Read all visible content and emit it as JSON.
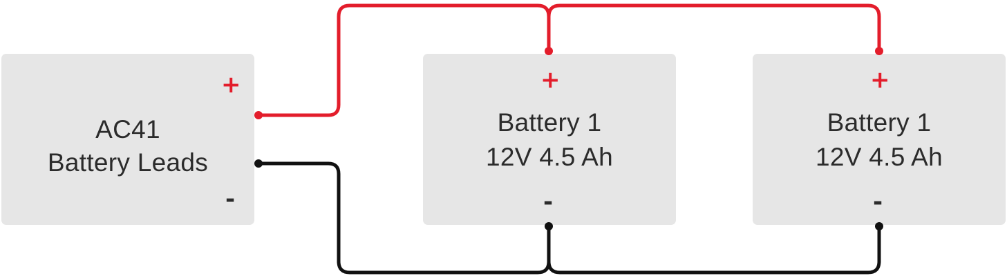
{
  "source": {
    "name_line1": "AC41",
    "name_line2": "Battery Leads",
    "positive_sign": "+",
    "negative_sign": "-"
  },
  "batteries": [
    {
      "name": "Battery 1",
      "rating": "12V 4.5 Ah",
      "positive_sign": "+",
      "negative_sign": "-"
    },
    {
      "name": "Battery 1",
      "rating": "12V 4.5 Ah",
      "positive_sign": "+",
      "negative_sign": "-"
    }
  ],
  "colors": {
    "positive_wire": "#e31d2b",
    "negative_wire": "#111111",
    "box_fill": "#e6e6e6",
    "text": "#2b2b2b"
  }
}
